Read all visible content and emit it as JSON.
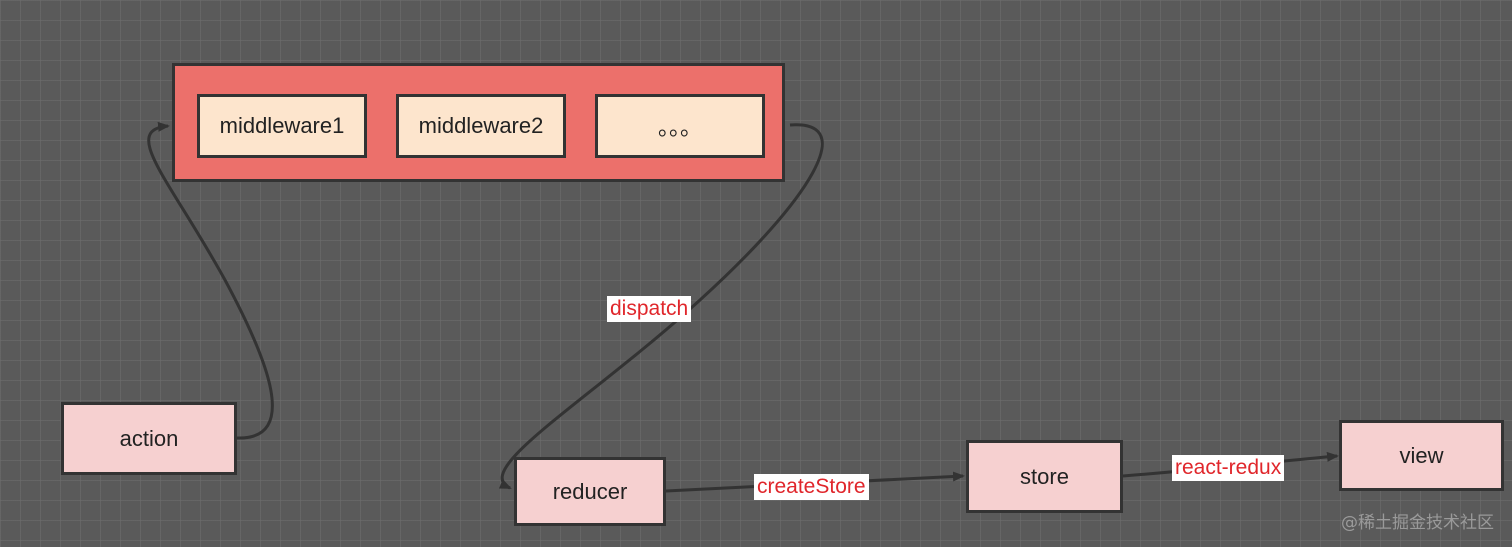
{
  "middleware_group": {
    "items": [
      "middleware1",
      "middleware2",
      "。。。"
    ]
  },
  "nodes": {
    "action": "action",
    "reducer": "reducer",
    "store": "store",
    "view": "view"
  },
  "edges": {
    "dispatch": "dispatch",
    "createStore": "createStore",
    "react_redux": "react-redux"
  },
  "watermark": "@稀土掘金技术社区",
  "colors": {
    "background": "#5a5a5a",
    "group_fill": "#ec706b",
    "middleware_fill": "#fde5cd",
    "node_fill": "#f6d0d0",
    "edge_label_text": "#e0262b",
    "stroke": "#333333"
  }
}
